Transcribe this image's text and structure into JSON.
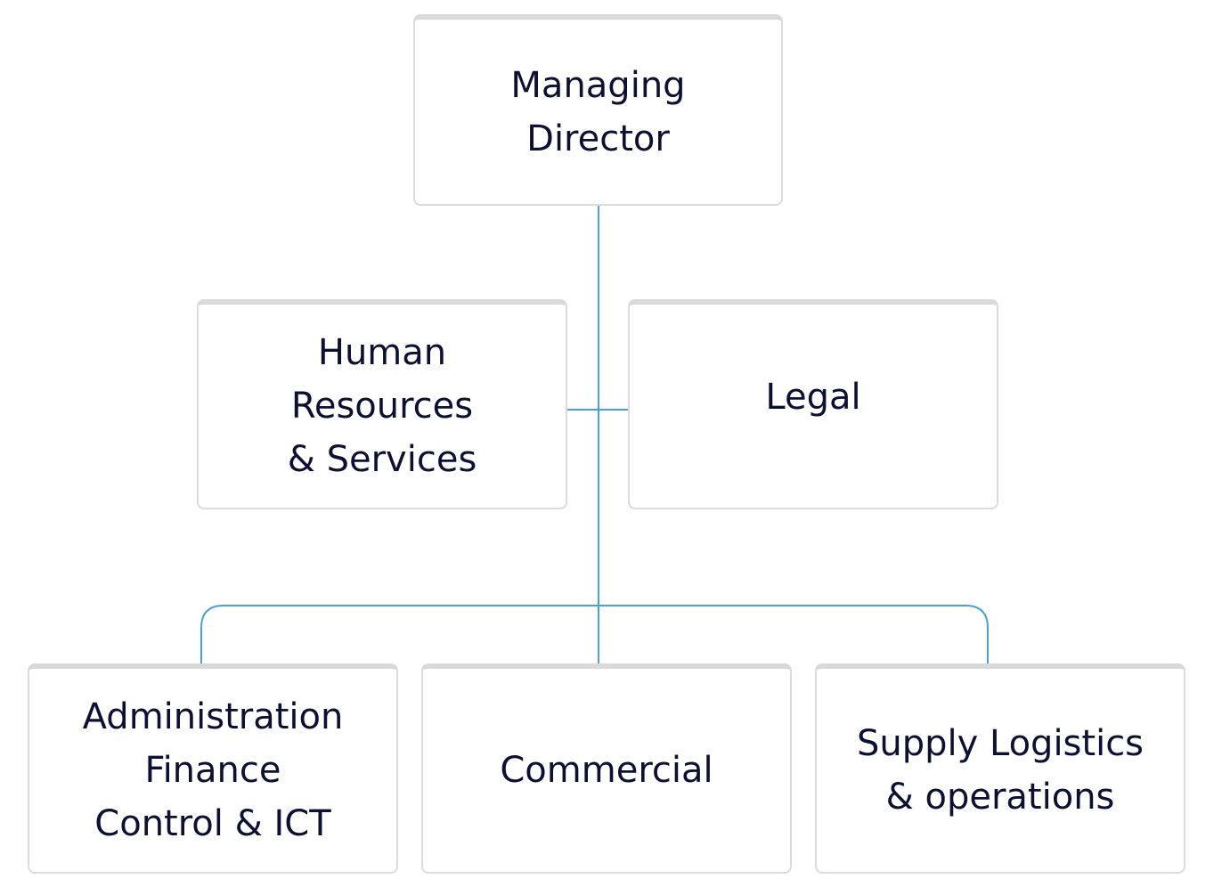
{
  "colors": {
    "connector": "#4a9fe0",
    "box_border": "#dcdcdc",
    "box_top_bar": "#d9d9d9",
    "text": "#0d1033"
  },
  "org_chart": {
    "root": {
      "label": "Managing\nDirector"
    },
    "staff": [
      {
        "label": "Human\nResources\n& Services"
      },
      {
        "label": "Legal"
      }
    ],
    "departments": [
      {
        "label": "Administration\nFinance\nControl & ICT"
      },
      {
        "label": "Commercial"
      },
      {
        "label": "Supply Logistics\n& operations"
      }
    ]
  }
}
